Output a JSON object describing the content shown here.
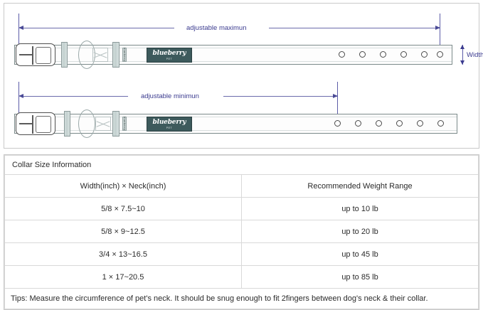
{
  "diagram": {
    "top": {
      "dimension_label": "adjustable maximun",
      "width_label": "Width",
      "logo_name": "blueberry",
      "logo_sub": "PET",
      "tag_text": "blueberry",
      "holes": 6
    },
    "bottom": {
      "dimension_label": "adjustable minimun",
      "logo_name": "blueberry",
      "logo_sub": "PET",
      "tag_text": "blueberry",
      "holes": 6
    }
  },
  "table": {
    "title": "Collar Size Information",
    "headers": [
      "Width(inch)  ×  Neck(inch)",
      "Recommended Weight Range"
    ],
    "rows": [
      [
        "5/8 × 7.5~10",
        "up to 10 lb"
      ],
      [
        "5/8 × 9~12.5",
        "up to 20 lb"
      ],
      [
        "3/4 × 13~16.5",
        "up to 45 lb"
      ],
      [
        "1 × 17~20.5",
        "up to 85 lb"
      ]
    ],
    "tips": "Tips: Measure the circumference of pet's neck. It should be snug enough to fit 2fingers between dog's neck & their collar."
  },
  "colors": {
    "dimension_line": "#5c5ca8",
    "logo_patch": "#3d5a5c",
    "strap_outline": "#7b8a8a",
    "panel_border": "#c9c9c9"
  }
}
